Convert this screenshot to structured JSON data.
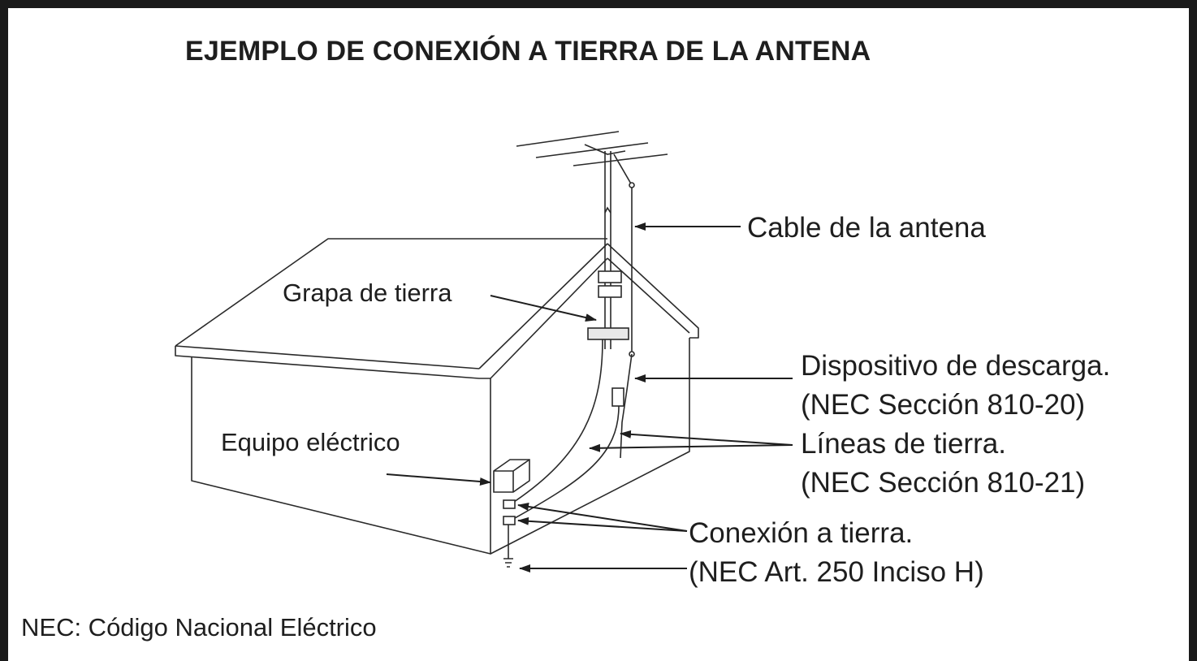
{
  "title": "EJEMPLO DE CONEXIÓN A TIERRA DE LA ANTENA",
  "labels": {
    "antenna_cable": "Cable de la antena",
    "ground_clamp": "Grapa de tierra",
    "discharge_unit": "Dispositivo de descarga.",
    "discharge_unit_ref": "(NEC Sección 810-20)",
    "ground_lines": "Líneas de tierra.",
    "ground_lines_ref": "(NEC Sección 810-21)",
    "electrical_equipment": "Equipo eléctrico",
    "ground_connection": "Conexión a  tierra.",
    "ground_connection_ref": "(NEC Art. 250 Inciso H)"
  },
  "footnote": "NEC: Código Nacional Eléctrico"
}
